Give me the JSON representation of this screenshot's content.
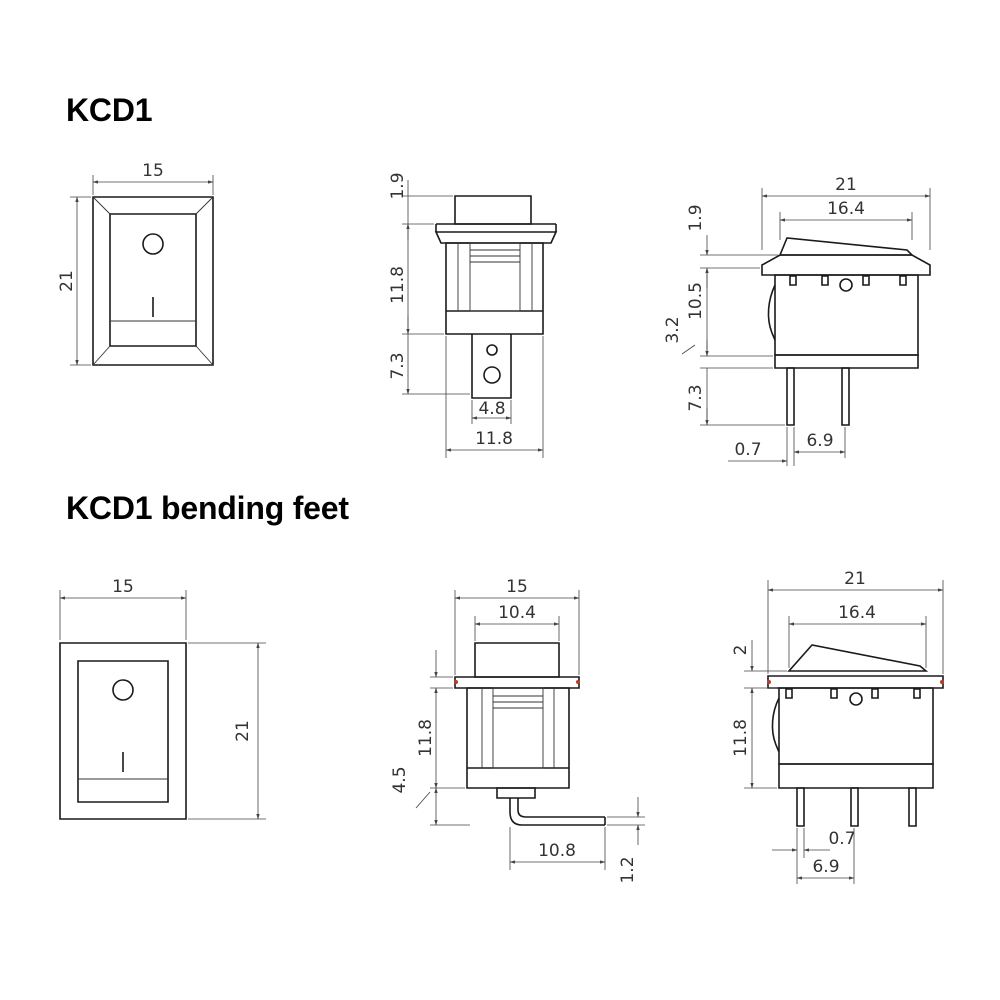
{
  "titles": {
    "kcd1": "KCD1",
    "kcd1_bending": "KCD1 bending feet"
  },
  "colors": {
    "line": "#1a1a1a",
    "dimension": "#444444",
    "accent": "#c0392b"
  },
  "kcd1": {
    "front": {
      "width": "15",
      "height": "21"
    },
    "side": {
      "top": "1.9",
      "body": "11.8",
      "pin": "7.3",
      "pin_width": "4.8",
      "bottom_width": "11.8"
    },
    "end": {
      "overall_width": "21",
      "inner_width": "16.4",
      "top": "1.9",
      "mid": "10.5",
      "step": "3.2",
      "pin": "7.3",
      "pin_thick": "0.7",
      "pin_pitch": "6.9"
    }
  },
  "kcd1_bending": {
    "front": {
      "width": "15",
      "height": "21"
    },
    "side": {
      "overall_width": "15",
      "cap_width": "10.4",
      "body": "11.8",
      "step": "4.5",
      "foot_length": "10.8",
      "foot_thick": "1.2"
    },
    "end": {
      "overall_width": "21",
      "inner_width": "16.4",
      "top": "2",
      "body": "11.8",
      "pin_thick": "0.7",
      "pin_pitch": "6.9"
    }
  }
}
